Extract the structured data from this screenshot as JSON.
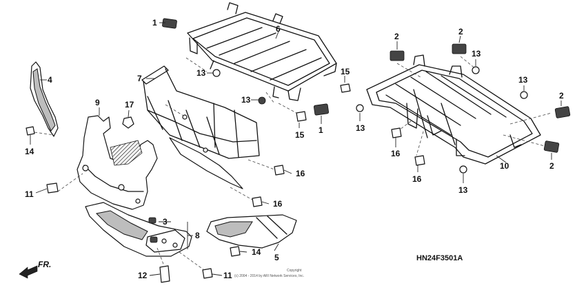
{
  "callouts": {
    "c1a": "1",
    "c1b": "1",
    "c2a": "2",
    "c2b": "2",
    "c2c": "2",
    "c2d": "2",
    "c3": "3",
    "c4": "4",
    "c5": "5",
    "c6": "6",
    "c7": "7",
    "c8": "8",
    "c9": "9",
    "c10": "10",
    "c11a": "11",
    "c11b": "11",
    "c12": "12",
    "c13a": "13",
    "c13b": "13",
    "c13c": "13",
    "c13d": "13",
    "c13e": "13",
    "c13f": "13",
    "c14a": "14",
    "c14b": "14",
    "c15a": "15",
    "c15b": "15",
    "c16a": "16",
    "c16b": "16",
    "c16c": "16",
    "c16d": "16",
    "c17": "17"
  },
  "direction_label": "FR.",
  "diagram_code": "HN24F3501A",
  "copyright_line1": "Copyright",
  "copyright_line2": "(c) 2004 - 2014 by ARI Network Services, Inc."
}
